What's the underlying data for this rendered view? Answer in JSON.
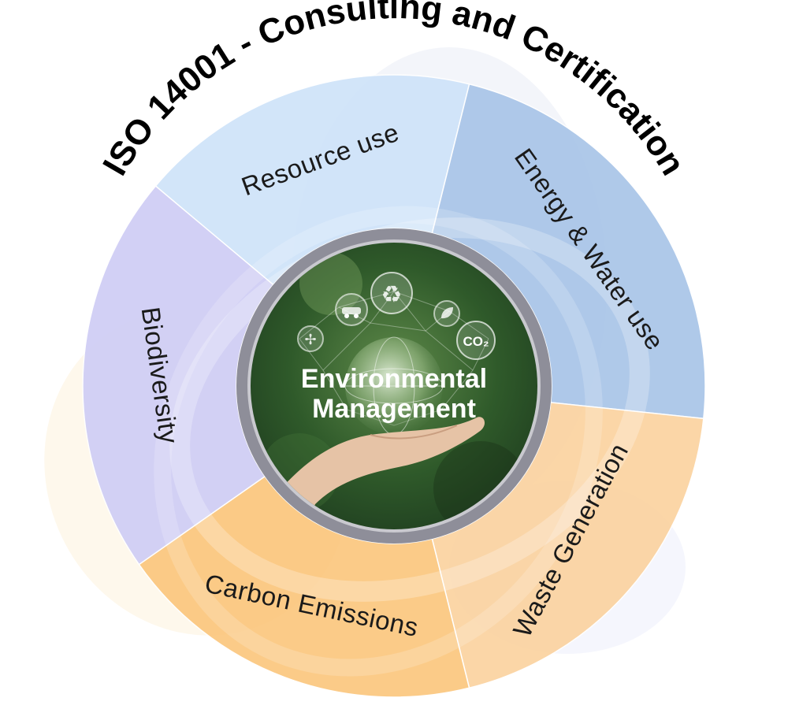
{
  "title": "ISO 14001 - Consulting and Certification",
  "center": {
    "line1": "Environmental",
    "line2": "Management",
    "icons": [
      "recycle-icon",
      "eco-car-icon",
      "co2-icon",
      "wind-turbine-icon",
      "leaf-icon",
      "globe-icon",
      "hand-icon"
    ]
  },
  "segments": [
    {
      "label": "Resource use",
      "color": "#cfe3f9"
    },
    {
      "label": "Energy & Water use",
      "color": "#a9c5e8"
    },
    {
      "label": "Waste Generation",
      "color": "#fbd3a0"
    },
    {
      "label": "Carbon Emissions",
      "color": "#fbc77e"
    },
    {
      "label": "Biodiversity",
      "color": "#cfcdf5"
    }
  ],
  "colors": {
    "ring": "#8e8e99",
    "center_bg": "#2f5a2a"
  }
}
